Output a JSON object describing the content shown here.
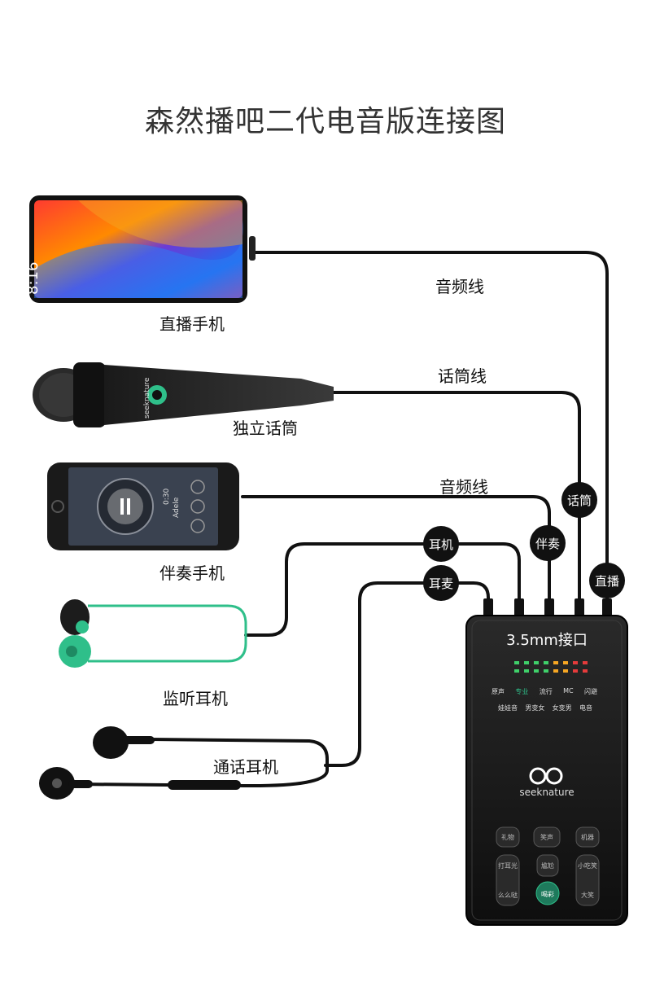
{
  "title": "森然播吧二代电音版连接图",
  "devices": {
    "live_phone": {
      "label": "直播手机",
      "time": "8:16"
    },
    "microphone": {
      "label": "独立话筒",
      "brand": "seeknature"
    },
    "backing_phone": {
      "label": "伴奏手机",
      "artist": "Adele",
      "track_time": "0:30"
    },
    "monitor_earphone": {
      "label": "监听耳机"
    },
    "call_earphone": {
      "label": "通话耳机"
    }
  },
  "cables": {
    "audio_cable_1": "音频线",
    "mic_cable": "话筒线",
    "audio_cable_2": "音频线"
  },
  "badges": {
    "earphone": "耳机",
    "headset": "耳麦",
    "accompany": "伴奏",
    "mic": "话筒",
    "live": "直播"
  },
  "soundcard": {
    "port_label": "3.5mm接口",
    "brand": "seeknature",
    "mode_row1": [
      "原声",
      "专业",
      "流行",
      "MC",
      "闪避"
    ],
    "mode_row2": [
      "娃娃音",
      "男变女",
      "女变男",
      "电音"
    ],
    "buttons": [
      "礼物",
      "笑声",
      "机器",
      "打耳光",
      "尴尬",
      "么么哒",
      "喝彩",
      "大笑",
      "小吃笑"
    ]
  },
  "colors": {
    "cable": "#111111",
    "earphone_cable": "#2fbf8a",
    "soundcard": "#1a1a1a",
    "accent": "#2fbf8a"
  }
}
